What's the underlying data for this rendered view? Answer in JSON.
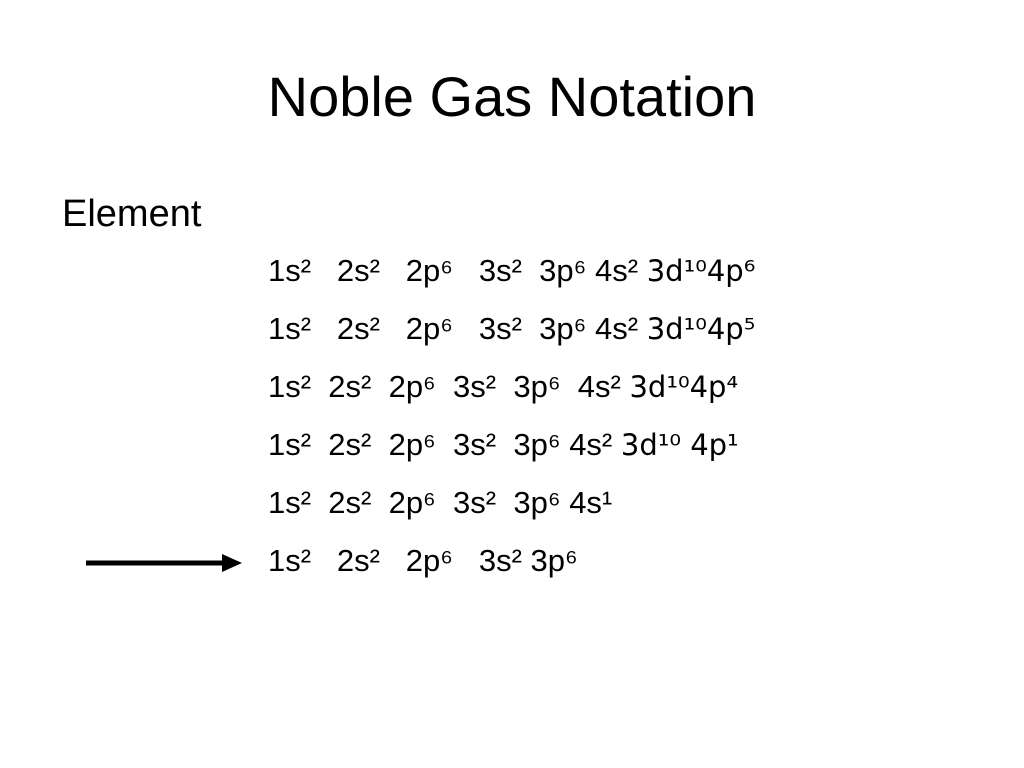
{
  "title": "Noble Gas Notation",
  "label": "Element",
  "rows": [
    {
      "main": "1s²   2s²   2p⁶   3s²  3p⁶ 4s² ",
      "tail": "3d¹⁰4p⁶"
    },
    {
      "main": "1s²   2s²   2p⁶   3s²  3p⁶ 4s² ",
      "tail": "3d¹⁰4p⁵"
    },
    {
      "main": "1s²  2s²  2p⁶  3s²  3p⁶  4s² ",
      "tail": "3d¹⁰4p⁴"
    },
    {
      "main": "1s²  2s²  2p⁶  3s²  3p⁶ 4s² ",
      "tail": "3d¹⁰ 4p¹"
    },
    {
      "main": "1s²  2s²  2p⁶  3s²  3p⁶ 4s¹",
      "tail": ""
    },
    {
      "main": "1s²   2s²   2p⁶   3s² 3p⁶",
      "tail": ""
    }
  ]
}
